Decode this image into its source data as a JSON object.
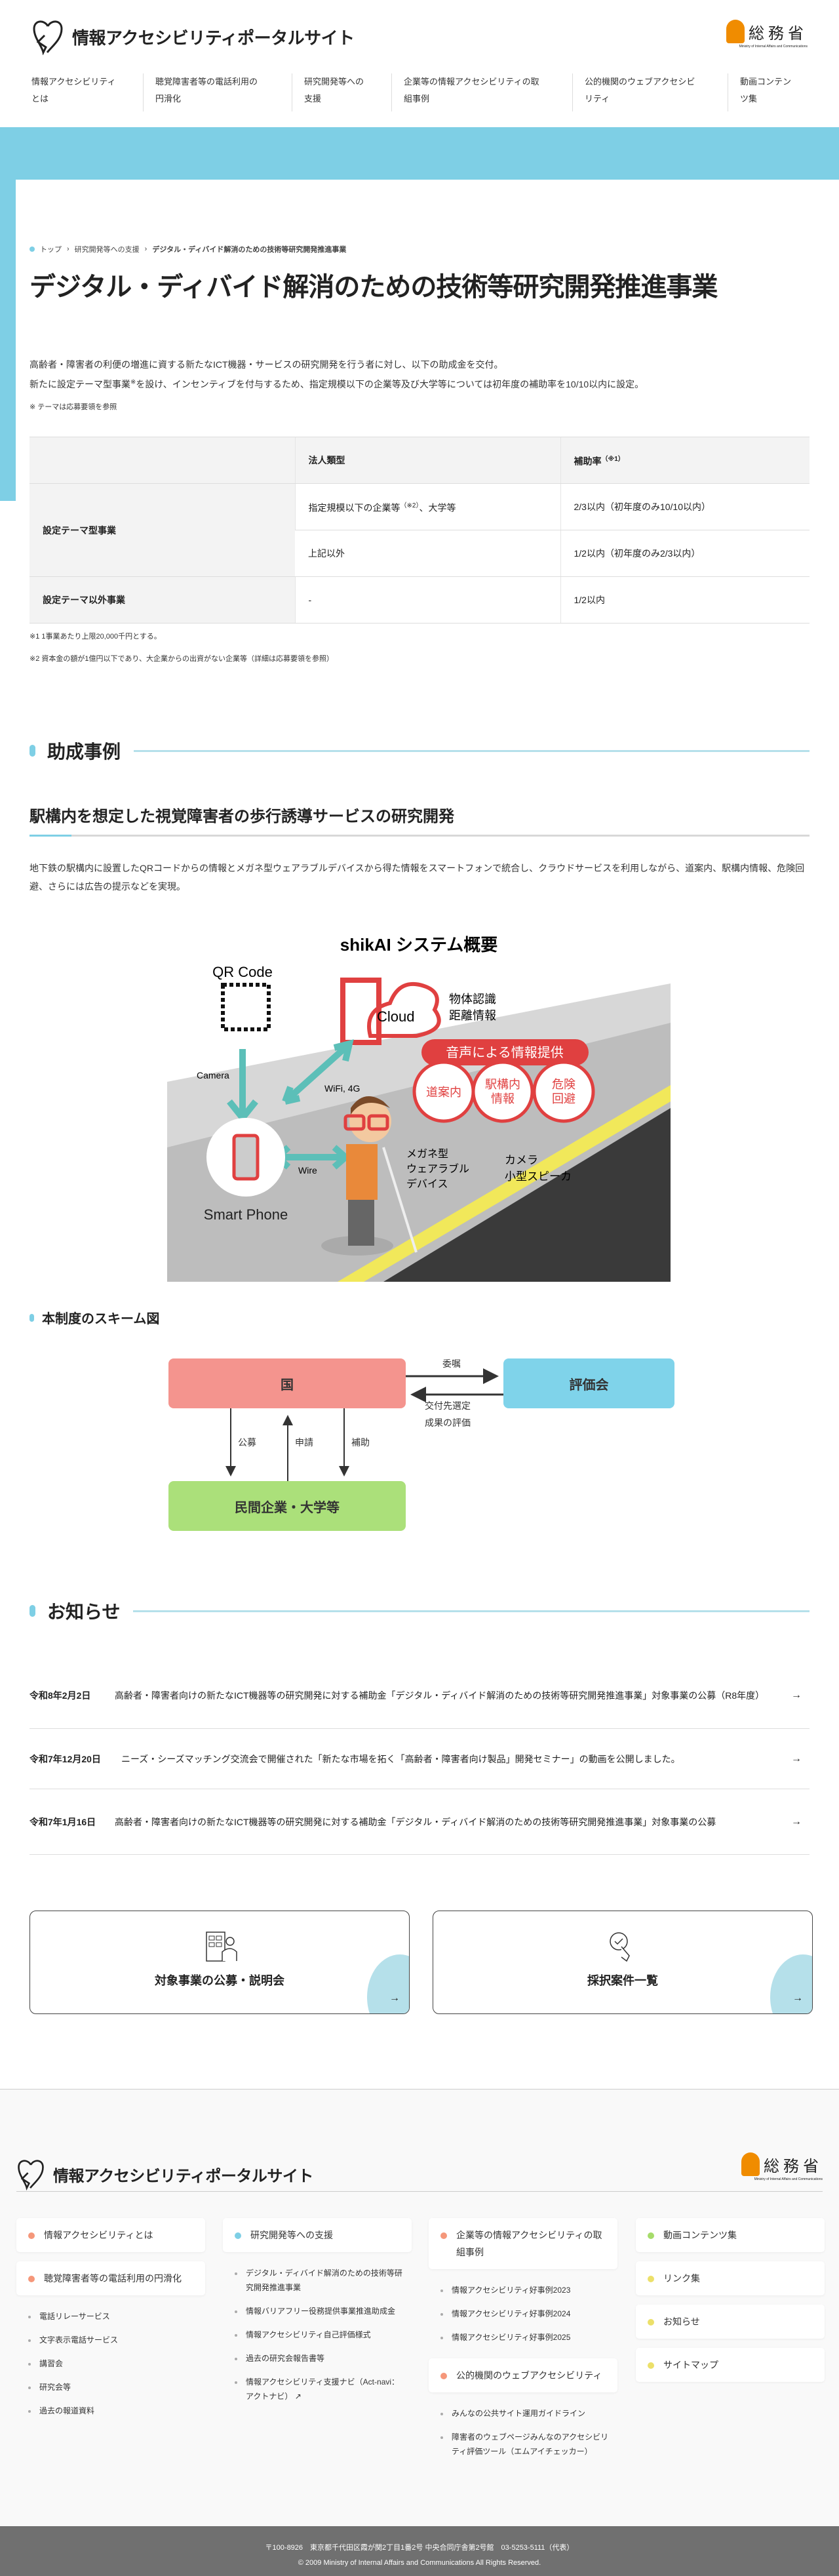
{
  "header": {
    "site_title": "情報アクセシビリティポータルサイト",
    "ministry_name": "総務省",
    "ministry_en": "Ministry of Internal Affairs and Communications"
  },
  "nav": [
    {
      "l1": "情報アクセシビリティ",
      "l2": "とは"
    },
    {
      "l1": "聴覚障害者等の電話利用の",
      "l2": "円滑化"
    },
    {
      "l1": "研究開発等への",
      "l2": "支援"
    },
    {
      "l1": "企業等の情報アクセシビリティの取",
      "l2": "組事例"
    },
    {
      "l1": "公的機関のウェブアクセシビ",
      "l2": "リティ"
    },
    {
      "l1": "動画コンテン",
      "l2": "ツ集"
    }
  ],
  "breadcrumb": [
    "トップ",
    "研究開発等への支援",
    "デジタル・ディバイド解消のための技術等研究開発推進事業"
  ],
  "page_title": "デジタル・ディバイド解消のための技術等研究開発推進事業",
  "intro": {
    "p1": "高齢者・障害者の利便の増進に資する新たなICT機器・サービスの研究開発を行う者に対し、以下の助成金を交付。",
    "p2a": "新たに設定テーマ型事業",
    "p2sup": "※",
    "p2b": "を設け、インセンティブを付与するため、指定規模以下の企業等及び大学等については初年度の補助率を10/10以内に設定。",
    "note": "※ テーマは応募要領を参照"
  },
  "table": {
    "headers": [
      "",
      "法人類型",
      "補助率"
    ],
    "rate_sup": "（※1）",
    "row1_head": "設定テーマ型事業",
    "row1a_type": "指定規模以下の企業等",
    "row1a_sup": "（※2）",
    "row1a_type2": "、大学等",
    "row1a_rate": "2/3以内（初年度のみ10/10以内）",
    "row1b_type": "上記以外",
    "row1b_rate": "1/2以内（初年度のみ2/3以内）",
    "row2_head": "設定テーマ以外事業",
    "row2_type": "-",
    "row2_rate": "1/2以内"
  },
  "notes": [
    "※1 1事業あたり上限20,000千円とする。",
    "※2 資本金の額が1億円以下であり、大企業からの出資がない企業等（詳細は応募要領を参照）"
  ],
  "cases": {
    "heading": "助成事例",
    "title": "駅構内を想定した視覚障害者の歩行誘導サービスの研究開発",
    "desc": "地下鉄の駅構内に設置したQRコードからの情報とメガネ型ウェアラブルデバイスから得た情報をスマートフォンで統合し、クラウドサービスを利用しながら、道案内、駅構内情報、危険回避、さらには広告の提示などを実現。"
  },
  "illustration": {
    "title": "shikAI システム概要",
    "qr": "QR Code",
    "cloud": "Cloud",
    "cloud_info1": "物体認識",
    "cloud_info2": "距離情報",
    "voice": "音声による情報提供",
    "b1": "道案内",
    "b2a": "駅構内",
    "b2b": "情報",
    "b3a": "危険",
    "b3b": "回避",
    "camera": "Camera",
    "wifi": "WiFi, 4G",
    "wire": "Wire",
    "phone": "Smart Phone",
    "dev1": "メガネ型",
    "dev2": "ウェアラブル",
    "dev3": "デバイス",
    "dev4": "カメラ",
    "dev5": "小型スピーカ"
  },
  "scheme": {
    "heading": "本制度のスキーム図",
    "kuni": "国",
    "hyokakai": "評価会",
    "minkan": "民間企業・大学等",
    "ishoku": "委嘱",
    "kofu1": "交付先選定",
    "kofu2": "成果の評価",
    "kobo": "公募",
    "shinsei": "申請",
    "hojo": "補助",
    "colors": {
      "kuni": "#f4948e",
      "hyokakai": "#7fd3ea",
      "minkan": "#abe07a"
    }
  },
  "news": {
    "heading": "お知らせ",
    "items": [
      {
        "date": "令和8年2月2日",
        "text": "高齢者・障害者向けの新たなICT機器等の研究開発に対する補助金「デジタル・ディバイド解消のための技術等研究開発推進事業」対象事業の公募（R8年度）"
      },
      {
        "date": "令和7年12月20日",
        "text": "ニーズ・シーズマッチング交流会で開催された「新たな市場を拓く「高齢者・障害者向け製品」開発セミナー」の動画を公開しました。"
      },
      {
        "date": "令和7年1月16日",
        "text": "高齢者・障害者向けの新たなICT機器等の研究開発に対する補助金「デジタル・ディバイド解消のための技術等研究開発推進事業」対象事業の公募"
      }
    ]
  },
  "buttons": [
    "対象事業の公募・説明会",
    "採択案件一覧"
  ],
  "footer": {
    "col1": {
      "box1": "情報アクセシビリティとは",
      "box2": "聴覚障害者等の電話利用の円滑化",
      "sub": [
        "電話リレーサービス",
        "文字表示電話サービス",
        "講習会",
        "研究会等",
        "過去の報道資料"
      ]
    },
    "col2": {
      "box1": "研究開発等への支援",
      "sub": [
        "デジタル・ディバイド解消のための技術等研究開発推進事業",
        "情報バリアフリー役務提供事業推進助成金",
        "情報アクセシビリティ自己評価様式",
        "過去の研究会報告書等",
        "情報アクセシビリティ支援ナビ（Act-navi：アクトナビ）"
      ]
    },
    "col3": {
      "box1": "企業等の情報アクセシビリティの取組事例",
      "sub1": [
        "情報アクセシビリティ好事例2023",
        "情報アクセシビリティ好事例2024",
        "情報アクセシビリティ好事例2025"
      ],
      "box2": "公的機関のウェブアクセシビリティ",
      "sub2": [
        "みんなの公共サイト運用ガイドライン",
        "障害者のウェブページみんなのアクセシビリティ評価ツール（エムアイチェッカー）"
      ]
    },
    "col4": [
      "動画コンテンツ集",
      "リンク集",
      "お知らせ",
      "サイトマップ"
    ],
    "address": "〒100-8926　東京都千代田区霞が関2丁目1番2号 中央合同庁舎第2号館　03-5253-5111（代表）",
    "copyright": "© 2009 Ministry of Internal Affairs and Communications All Rights Reserved."
  }
}
